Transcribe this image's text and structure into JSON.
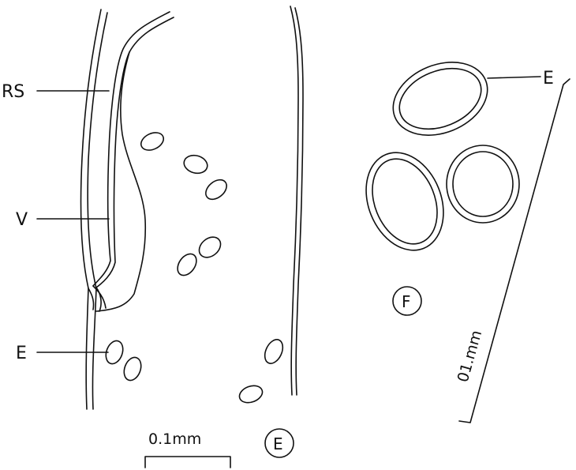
{
  "figure": {
    "labels": {
      "rs": "RS",
      "v": "V",
      "e_left": "E",
      "e_right": "E",
      "scale_left": "0.1mm",
      "scale_right": "01.mm",
      "panel_e": "E",
      "panel_f": "F"
    }
  }
}
